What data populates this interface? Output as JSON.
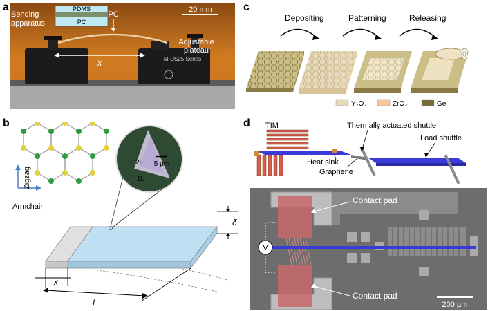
{
  "panels": {
    "a": {
      "letter": "a",
      "apparatus_label_line1": "Bending",
      "apparatus_label_line2": "apparatus",
      "inset_top": "PDMS",
      "inset_bottom": "PC",
      "pc_label": "PC",
      "scale_label": "20 mm",
      "plateau_line1": "Adjustable",
      "plateau_line2": "plateau",
      "distance_label": "X",
      "brand_label": "M-DS25 Series"
    },
    "b": {
      "letter": "b",
      "zigzag_label": "Zigzag",
      "armchair_label": "Armchair",
      "layer_2": "2L",
      "layer_1": "1L",
      "scale_label": "5 µm",
      "delta_label": "δ",
      "x_label": "x",
      "length_label": "L"
    },
    "c": {
      "letter": "c",
      "steps": [
        "Depositing",
        "Patterning",
        "Releasing"
      ],
      "legend": [
        {
          "name": "Y₂O₃",
          "color": "#e8d9b8"
        },
        {
          "name": "ZrO₂",
          "color": "#f2c79a"
        },
        {
          "name": "Ge",
          "color": "#7a6a3a"
        }
      ]
    },
    "d": {
      "letter": "d",
      "tim_label": "TIM",
      "shuttle_label": "Thermally actuated shuttle",
      "load_label": "Load shuttle",
      "heatsink_label": "Heat sink",
      "graphene_label": "Graphene",
      "contact_top": "Contact pad",
      "contact_bottom": "Contact pad",
      "voltage_label": "V",
      "scale_label": "200 µm"
    }
  },
  "colors": {
    "photo_bg": "#c9731e",
    "sem_bg": "#6d6d6d",
    "slab_blue": "#bfe0f2",
    "beam_blue": "#3a3ad6",
    "tim_red": "#d2604d",
    "pad_red": "#c86a6a"
  }
}
